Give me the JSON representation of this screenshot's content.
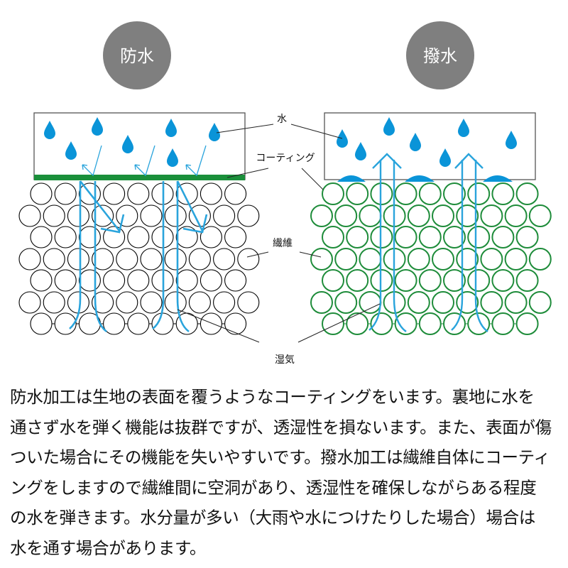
{
  "badges": {
    "waterproof": "防水",
    "water_repellent": "撥水"
  },
  "labels": {
    "water": "水",
    "coating": "コーティング",
    "fiber": "繊維",
    "moisture": "湿気"
  },
  "colors": {
    "badge": "#7f7f7f",
    "water": "#0a94d8",
    "coating": "#1a8f3a",
    "fiber_coated": "#1e8c3a",
    "fiber_plain": "#000000",
    "moisture_arrow": "#2aa4dc"
  },
  "description_lines": [
    "防水加工は生地の表面を覆うようなコーティングをいます。裏地に水を",
    "通さず水を弾く機能は抜群ですが、透湿性を損ないます。また、表面が傷",
    "ついた場合にその機能を失いやすいです。撥水加工は繊維自体にコーティ",
    "ングをしますので繊維間に空洞があり、透湿性を確保しながらある程度",
    "の水を弾きます。水分量が多い（大雨や水につけたりした場合）場合は",
    "水を通す場合があります。"
  ]
}
